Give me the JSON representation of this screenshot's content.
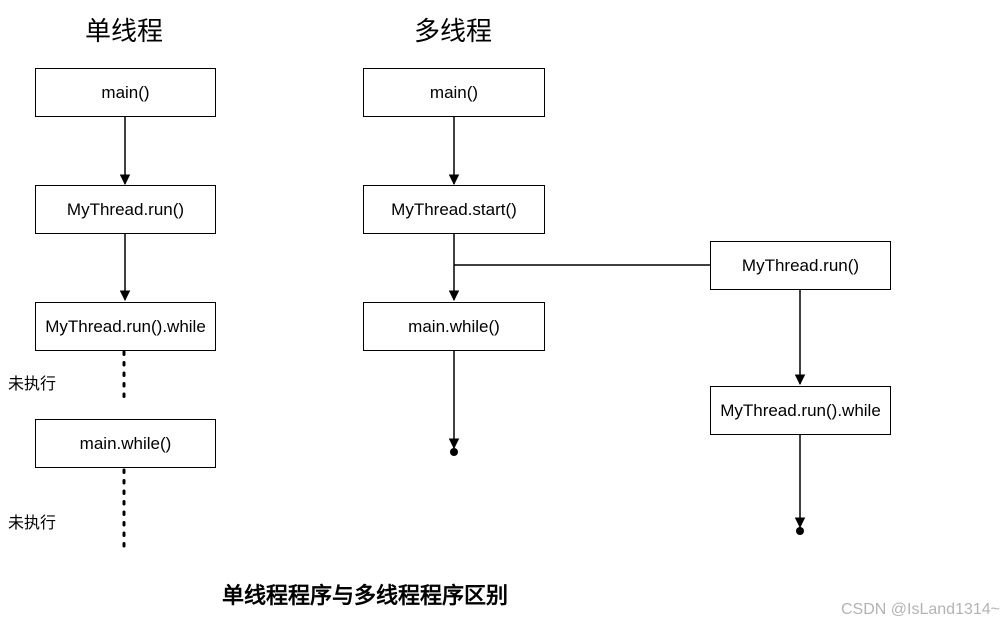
{
  "single_thread": {
    "title": "单线程",
    "nodes": {
      "main": "main()",
      "run": "MyThread.run()",
      "run_while": "MyThread.run().while",
      "main_while": "main.while()"
    },
    "not_executed_1": "未执行",
    "not_executed_2": "未执行"
  },
  "multi_thread": {
    "title": "多线程",
    "nodes": {
      "main": "main()",
      "start": "MyThread.start()",
      "main_while": "main.while()",
      "run": "MyThread.run()",
      "run_while": "MyThread.run().while"
    }
  },
  "caption": "单线程程序与多线程程序区别",
  "watermark": "CSDN @IsLand1314~"
}
